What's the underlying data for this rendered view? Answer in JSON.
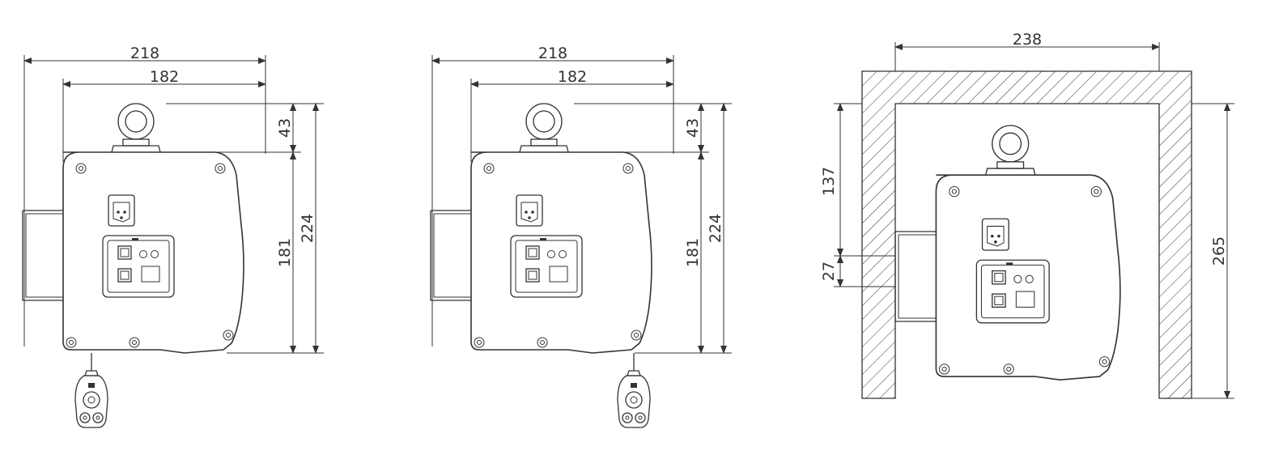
{
  "colors": {
    "line": "#333333",
    "background": "#ffffff"
  },
  "views": [
    {
      "id": "front-view-1",
      "width_overall": "218",
      "width_body": "182",
      "height_eye": "43",
      "height_body": "181",
      "height_overall": "224"
    },
    {
      "id": "front-view-2",
      "width_overall": "218",
      "width_body": "182",
      "height_eye": "43",
      "height_body": "181",
      "height_overall": "224"
    },
    {
      "id": "installed-view",
      "clearance_width": "238",
      "clearance_height": "265",
      "mount_offset": "137",
      "bracket_slot": "27"
    }
  ],
  "icons": [
    "eye-bolt-icon",
    "power-socket-icon",
    "control-panel-icon",
    "pendant-controller-icon",
    "wall-bracket-icon",
    "hatched-wall-icon"
  ]
}
